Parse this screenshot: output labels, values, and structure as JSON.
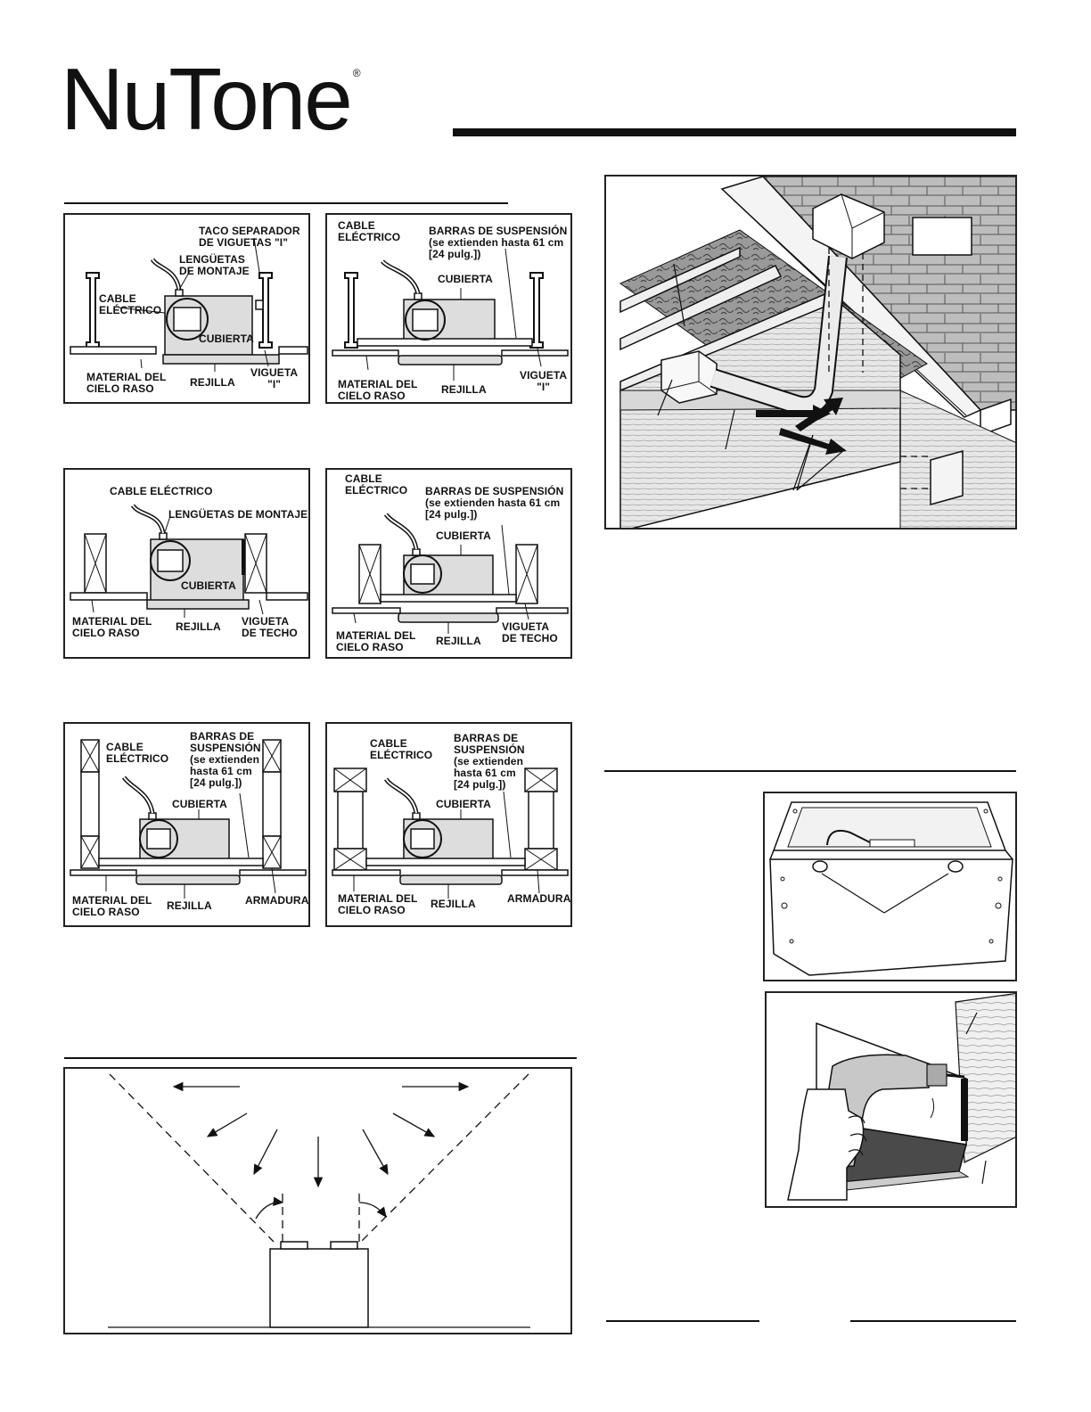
{
  "brand": {
    "name": "NuTone",
    "registered": "®"
  },
  "panel1": {
    "spacer": "TACO SEPARADOR\nDE VIGUETAS \"I\"",
    "tabs": "LENGÜETAS\nDE MONTAJE",
    "cable": "CABLE\nELÉCTRICO",
    "housing": "CUBIERTA",
    "ceiling": "MATERIAL DEL\nCIELO RASO",
    "grille": "REJILLA",
    "joist": "VIGUETA\n\"I\""
  },
  "panel2": {
    "cable": "CABLE\nELÉCTRICO",
    "bars": "BARRAS DE SUSPENSIÓN\n(se extienden hasta 61 cm\n[24 pulg.])",
    "housing": "CUBIERTA",
    "ceiling": "MATERIAL DEL\nCIELO RASO",
    "grille": "REJILLA",
    "joist": "VIGUETA\n\"I\""
  },
  "panel3": {
    "cable": "CABLE ELÉCTRICO",
    "tabs": "LENGÜETAS DE MONTAJE",
    "housing": "CUBIERTA",
    "ceiling": "MATERIAL DEL\nCIELO RASO",
    "grille": "REJILLA",
    "joist": "VIGUETA\nDE TECHO"
  },
  "panel4": {
    "cable": "CABLE\nELÉCTRICO",
    "bars": "BARRAS DE SUSPENSIÓN\n(se extienden hasta 61 cm\n[24 pulg.])",
    "housing": "CUBIERTA",
    "ceiling": "MATERIAL DEL\nCIELO RASO",
    "grille": "REJILLA",
    "joist": "VIGUETA\nDE TECHO"
  },
  "panel5": {
    "cable": "CABLE\nELÉCTRICO",
    "bars": "BARRAS DE\nSUSPENSIÓN\n(se extienden\nhasta 61 cm\n[24 pulg.])",
    "housing": "CUBIERTA",
    "ceiling": "MATERIAL DEL\nCIELO RASO",
    "grille": "REJILLA",
    "truss": "ARMADURA"
  },
  "panel6": {
    "cable": "CABLE\nELÉCTRICO",
    "bars": "BARRAS DE\nSUSPENSIÓN\n(se extienden\nhasta 61 cm\n[24 pulg.])",
    "housing": "CUBIERTA",
    "ceiling": "MATERIAL DEL\nCIELO RASO",
    "grille": "REJILLA",
    "truss": "ARMADURA"
  }
}
